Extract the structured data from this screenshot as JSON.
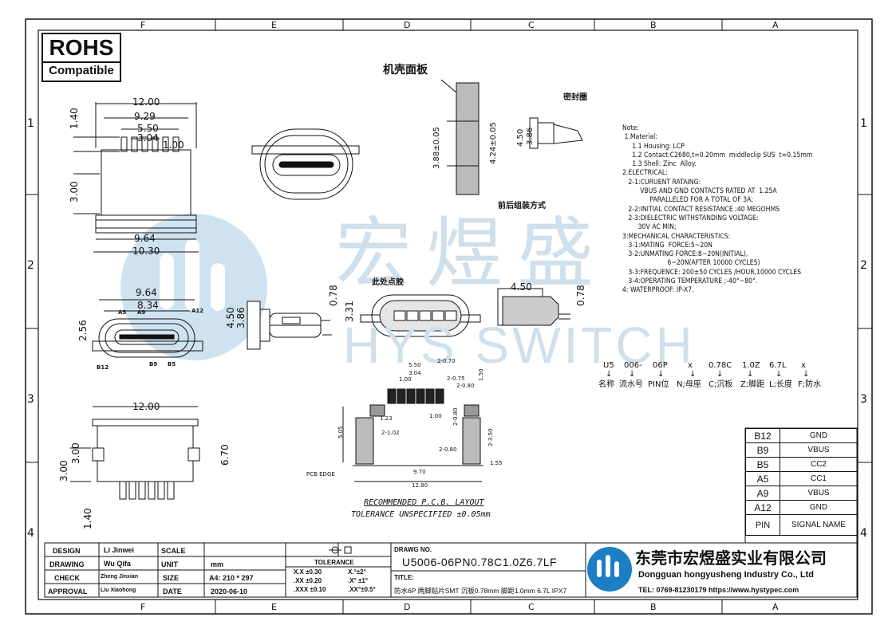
{
  "zone_letters": [
    "F",
    "E",
    "D",
    "C",
    "B",
    "A"
  ],
  "zone_numbers": [
    "1",
    "2",
    "3",
    "4"
  ],
  "rohs": {
    "title": "ROHS",
    "subtitle": "Compatible"
  },
  "watermark": {
    "cn": "宏煜盛",
    "en": "HYS SWITCH"
  },
  "views": {
    "top": {
      "d1": "12.00",
      "d2": "9.29",
      "d3": "5.50",
      "d4": "3.04",
      "d5": "1.00",
      "d6": "1.40",
      "d7": "3.00",
      "d8": "9.64",
      "d9": "10.30"
    },
    "front": {
      "d1": "9.64",
      "d2": "8.34",
      "d3": "2.56",
      "a5": "A5",
      "a9": "A9",
      "a12": "A12",
      "b12": "B12",
      "b9": "B9",
      "b5": "B5"
    },
    "side": {
      "d1": "4.50",
      "d2": "3.86",
      "d3": "0.78",
      "d4": "3.31"
    },
    "bottom": {
      "d1": "12.00",
      "d2": "3.00",
      "d3": "3.00",
      "d4": "6.70",
      "d5": "1.40"
    },
    "panel": {
      "label": "机壳面板",
      "d1": "3.88±0.05",
      "d2": "4.24±0.05",
      "d3": "4.50",
      "d4": "3.86",
      "seal": "密封圈",
      "assembly": "前后组装方式"
    },
    "glue": {
      "label": "此处点胶"
    },
    "sec": {
      "d1": "4.50",
      "d2": "0.78"
    }
  },
  "pcb": {
    "d1": "5.50",
    "d2": "2-0.70",
    "d3": "1.00",
    "d4": "2-0.75",
    "d5": "1.50",
    "d6": "3.04",
    "d7": "2-0.80",
    "d8": "1.23",
    "d9": "1.00",
    "d10": "2-0.80",
    "d11": "5.05",
    "d12": "2-1.02",
    "d13": "2-3.50",
    "d14": "2-0.80",
    "d15": "9.70",
    "d16": "1.55",
    "d17": "12.80",
    "tolerance": "TOLERANCE",
    "edge": "PCB EDGE",
    "title": "RECOMMENDED   P.C.B.  LAYOUT",
    "subtitle": "TOLERANCE  UNSPECIFIED  ±0.05mm"
  },
  "notes": "Note:\n 1.Material:\n     1.1 Housing: LCP\n     1.2 Contact:C2680,t=0.20mm  middleclip SUS  t=0.15mm\n     1.3 Shell: Zinc  Alloy.\n2.ELECTRICAL:\n   2-1:CURUENT RATAING:\n         VBUS AND GND CONTACTS RATED AT  1.25A\n              PARALLELED FOR A TOTAL OF 3A;\n   2-2:INITIAL CONTACT RESISTANCE :40 MEGOHMS\n   2-3:DIELECTRIC WITHSTANDING VOLTAGE:\n        30V AC MIN;\n3:MECHANICAL CHARACTERISTICS:\n   3-1:MATING  FORCE:5~20N\n   3-2:UNMATING FORCE:8~20N(INITIAL),\n                       6~20N(AFTER 10000 CYCLES)\n   3-3:FREQUENCE: 200±50 CYCLES /HOUR,10000 CYCLES\n   3-4:OPERATING TEMPERATURE ;-40°~80°.\n4: WATERPROOF: IP-X7.",
  "code_breakdown": {
    "codes": [
      "U5",
      "006-",
      "06P",
      "x",
      "0.78C",
      "1.0Z",
      "6.7L",
      "x"
    ],
    "meanings": [
      "名称",
      "流水号",
      "PIN位",
      "N;母座",
      "C;沉板",
      "Z;脚距",
      "L;长度",
      "F;防水"
    ]
  },
  "pin_table": {
    "rows": [
      [
        "B12",
        "GND"
      ],
      [
        "B9",
        "VBUS"
      ],
      [
        "B5",
        "CC2"
      ],
      [
        "A5",
        "CC1"
      ],
      [
        "A9",
        "VBUS"
      ],
      [
        "A12",
        "GND"
      ]
    ],
    "header": [
      "PIN",
      "SIGNAL  NAME"
    ]
  },
  "title_block": {
    "design_label": "DESIGN",
    "design_name": "Li Jinwei",
    "scale_label": "SCALE",
    "drawing_label": "DRAWING",
    "drawing_name": "Wu Qifa",
    "unit_label": "UNIT",
    "unit_value": "mm",
    "check_label": "CHECK",
    "check_name": "Zheng Jinxian",
    "size_label": "SIZE",
    "size_value": "A4: 210 * 297",
    "approval_label": "APPROVAL",
    "approval_name": "Liu Xiaohong",
    "date_label": "DATE",
    "date_value": "2020-06-10",
    "tolerance_label": "TOLERANCE",
    "tol": [
      [
        "X.X  ±0.30",
        "X.°±2°"
      ],
      [
        ".XX  ±0.20",
        ".X° ±1°"
      ],
      [
        ".XXX  ±0.10",
        ".XX°±0.5°"
      ]
    ],
    "drawing_no_label": "DRAWG NO.",
    "drawing_no": "U5006-06PN0.78C1.0Z6.7LF",
    "title_label": "TITLE:",
    "title_value": "防水6P 两脚贴片SMT 沉板0.78mm 脚距1.0mm 6.7L IPX7",
    "company_cn": "东莞市宏煜盛实业有限公司",
    "company_en": "Dongguan hongyusheng Industry Co., Ltd",
    "contact": "TEL: 0769-81230179  https://www.hystypec.com"
  },
  "colors": {
    "logo_blue": "#1c7fc3",
    "watermark": "#cfe0ec"
  }
}
